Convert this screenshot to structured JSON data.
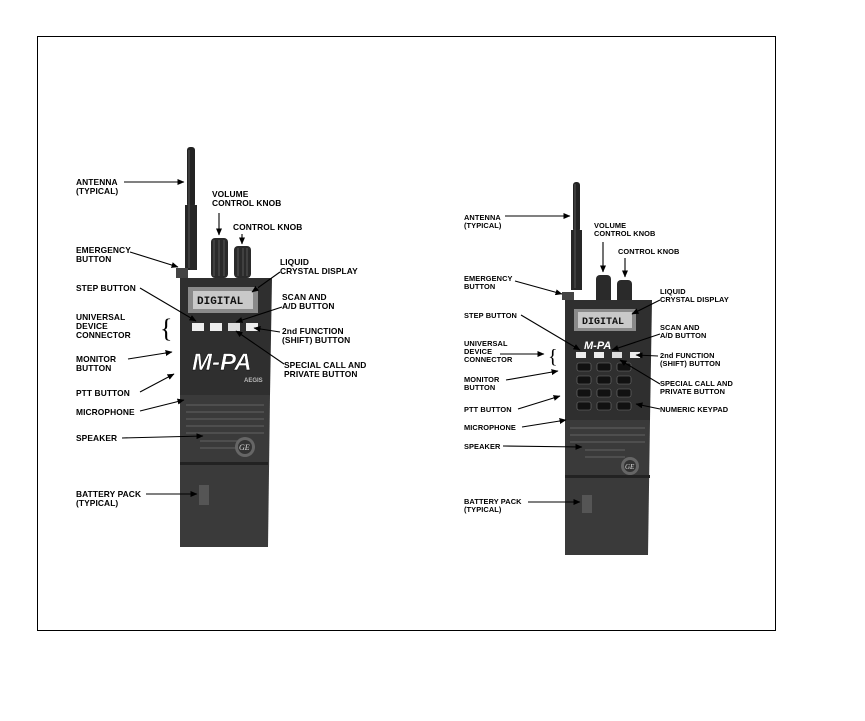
{
  "radio_left": {
    "labels": {
      "antenna": [
        "ANTENNA",
        "(TYPICAL)"
      ],
      "volume": [
        "VOLUME",
        "CONTROL KNOB"
      ],
      "control": [
        "CONTROL KNOB"
      ],
      "emergency": [
        "EMERGENCY",
        "BUTTON"
      ],
      "lcd": [
        "LIQUID",
        "CRYSTAL DISPLAY"
      ],
      "step": [
        "STEP BUTTON"
      ],
      "scan": [
        "SCAN AND",
        "A/D BUTTON"
      ],
      "udc": [
        "UNIVERSAL",
        "DEVICE",
        "CONNECTOR"
      ],
      "function2": [
        "2nd FUNCTION",
        "(SHIFT) BUTTON"
      ],
      "monitor": [
        "MONITOR",
        "BUTTON"
      ],
      "special": [
        "SPECIAL CALL AND",
        "PRIVATE BUTTON"
      ],
      "ptt": [
        "PTT BUTTON"
      ],
      "microphone": [
        "MICROPHONE"
      ],
      "speaker": [
        "SPEAKER"
      ],
      "battery": [
        "BATTERY PACK",
        "(TYPICAL)"
      ]
    },
    "display_text": "DIGITAL",
    "brand": "M-PA",
    "model": "AEGIS",
    "logo": "GE"
  },
  "radio_right": {
    "labels": {
      "antenna": [
        "ANTENNA",
        "(TYPICAL)"
      ],
      "volume": [
        "VOLUME",
        "CONTROL KNOB"
      ],
      "control": [
        "CONTROL KNOB"
      ],
      "emergency": [
        "EMERGENCY",
        "BUTTON"
      ],
      "lcd": [
        "LIQUID",
        "CRYSTAL DISPLAY"
      ],
      "step": [
        "STEP BUTTON"
      ],
      "scan": [
        "SCAN AND",
        "A/D BUTTON"
      ],
      "udc": [
        "UNIVERSAL",
        "DEVICE",
        "CONNECTOR"
      ],
      "function2": [
        "2nd FUNCTION",
        "(SHIFT) BUTTON"
      ],
      "monitor": [
        "MONITOR",
        "BUTTON"
      ],
      "special": [
        "SPECIAL CALL AND",
        "PRIVATE BUTTON"
      ],
      "ptt": [
        "PTT BUTTON"
      ],
      "keypad": [
        "NUMERIC KEYPAD"
      ],
      "microphone": [
        "MICROPHONE"
      ],
      "speaker": [
        "SPEAKER"
      ],
      "battery": [
        "BATTERY PACK",
        "(TYPICAL)"
      ]
    },
    "display_text": "DIGITAL",
    "brand": "M-PA",
    "logo": "GE"
  },
  "icons": [
    "antenna-icon",
    "knob-icon",
    "display-icon",
    "keypad-icon",
    "ge-logo-icon"
  ],
  "colors": {
    "ink": "#000000",
    "radio_body": "#2f2f2f",
    "radio_highlight": "#555555",
    "display": "#c9c9c9"
  }
}
